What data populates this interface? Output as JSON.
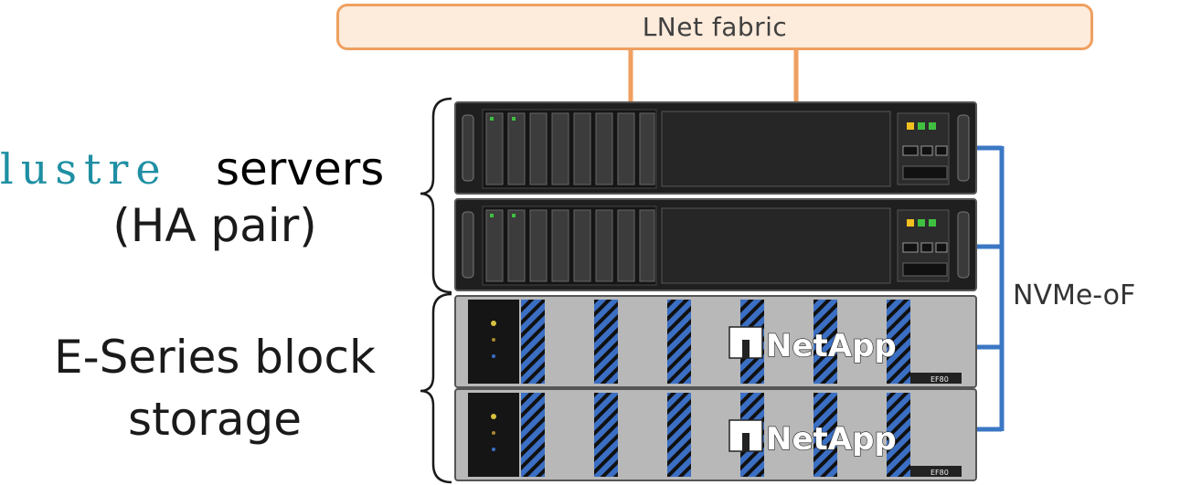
{
  "fabric": {
    "label": "LNet fabric"
  },
  "servers_group": {
    "logo_text": "lustre",
    "label_line1": "servers",
    "label_line2": "(HA pair)"
  },
  "storage_group": {
    "label_line1": "E-Series block",
    "label_line2": "storage"
  },
  "interconnect": {
    "label": "NVMe-oF"
  },
  "storage_units": [
    {
      "brand": "NetApp",
      "model": "EF80"
    },
    {
      "brand": "NetApp",
      "model": "EF80"
    }
  ],
  "colors": {
    "fabric_border": "#f0a060",
    "fabric_fill": "#fdebdb",
    "nvme_line": "#3b78c4",
    "lustre_teal": "#1e8fa3",
    "server_body": "#2a2a2a",
    "storage_body": "#b8b8b8",
    "drive_blue": "#3b6fc4"
  },
  "icons": [
    "server-chassis-icon",
    "storage-array-icon",
    "netapp-logo-icon"
  ]
}
